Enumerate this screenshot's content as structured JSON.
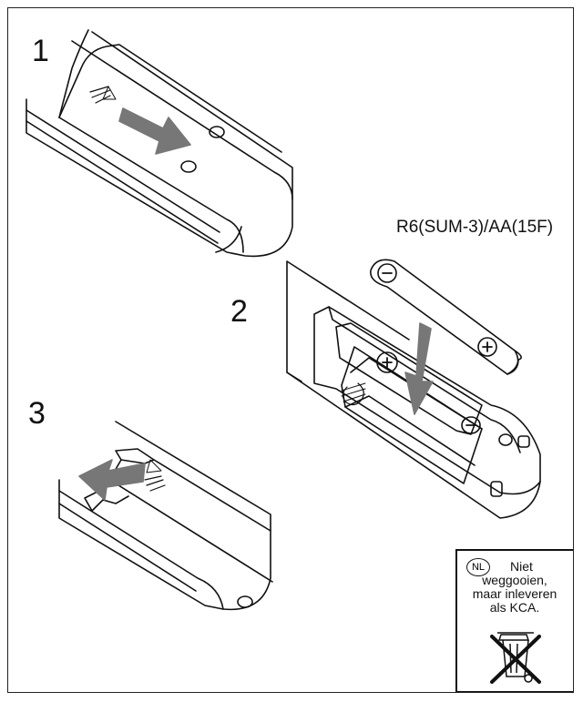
{
  "steps": [
    "1",
    "2",
    "3"
  ],
  "battery_label": "R6(SUM-3)/AA(15F)",
  "battery_symbols": {
    "minus": "−",
    "plus": "+"
  },
  "kca": {
    "badge": "NL",
    "line1": "Niet",
    "line2": "weggooien,",
    "line3": "maar inleveren",
    "line4": "als KCA.",
    "icon": "crossed-out-wheelie-bin-icon"
  },
  "colors": {
    "line": "#111111",
    "arrow": "#777777",
    "background": "#ffffff"
  }
}
